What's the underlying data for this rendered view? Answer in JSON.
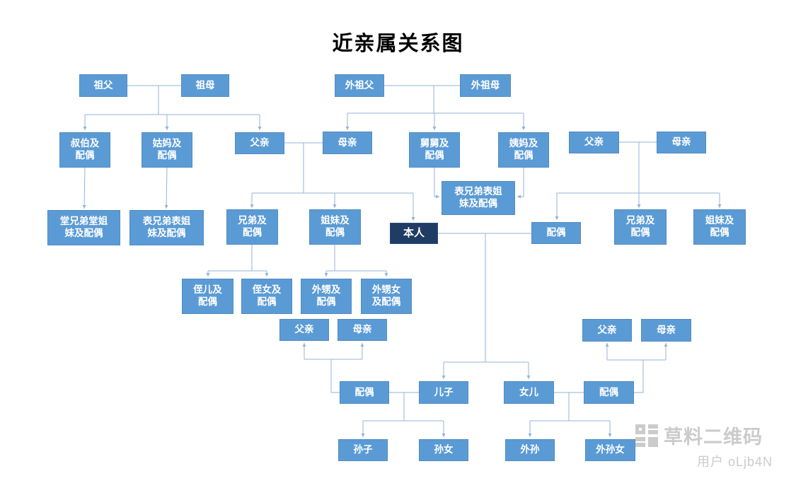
{
  "title": "近亲属关系图",
  "colors": {
    "node": "#5B9BD5",
    "self_node": "#1F3C64",
    "line": "#94B3D9",
    "node_text": "#FFFFFF",
    "title_text": "#000000",
    "watermark": "#CBCBCB"
  },
  "nodes": {
    "paternal_grandfather": "祖父",
    "paternal_grandmother": "祖母",
    "maternal_grandfather": "外祖父",
    "maternal_grandmother": "外祖母",
    "uncles_and_spouses": "叔伯及\n配偶",
    "paternal_aunts_and_spouses": "姑妈及\n配偶",
    "father": "父亲",
    "mother": "母亲",
    "maternal_uncles_and_spouses": "舅舅及\n配偶",
    "maternal_aunts_and_spouses": "姨妈及\n配偶",
    "spouse_father": "父亲",
    "spouse_mother": "母亲",
    "paternal_cousins_and_spouses": "堂兄弟堂姐\n妹及配偶",
    "aunt_cousins_and_spouses": "表兄弟表姐\n妹及配偶",
    "brothers_and_spouses": "兄弟及\n配偶",
    "sisters_and_spouses": "姐妹及\n配偶",
    "self": "本人",
    "maternal_cousins_and_spouses": "表兄弟表姐\n妹及配偶",
    "spouse": "配偶",
    "spouse_brothers_and_spouses": "兄弟及\n配偶",
    "spouse_sisters_and_spouses": "姐妹及\n配偶",
    "nephews_and_spouses": "侄儿及\n配偶",
    "nieces_and_spouses": "侄女及\n配偶",
    "sororal_nephews_and_spouses": "外甥及\n配偶",
    "sororal_nieces_and_spouses": "外甥女\n及配偶",
    "daughter_in_law_father": "父亲",
    "daughter_in_law_mother": "母亲",
    "son_in_law_father": "父亲",
    "son_in_law_mother": "母亲",
    "daughter_in_law": "配偶",
    "son": "儿子",
    "daughter": "女儿",
    "son_in_law": "配偶",
    "grandson": "孙子",
    "granddaughter": "孙女",
    "daughters_son": "外孙",
    "daughters_daughter": "外孙女"
  },
  "watermark": {
    "brand": "草料二维码",
    "user": "用户 oLjb4N"
  }
}
